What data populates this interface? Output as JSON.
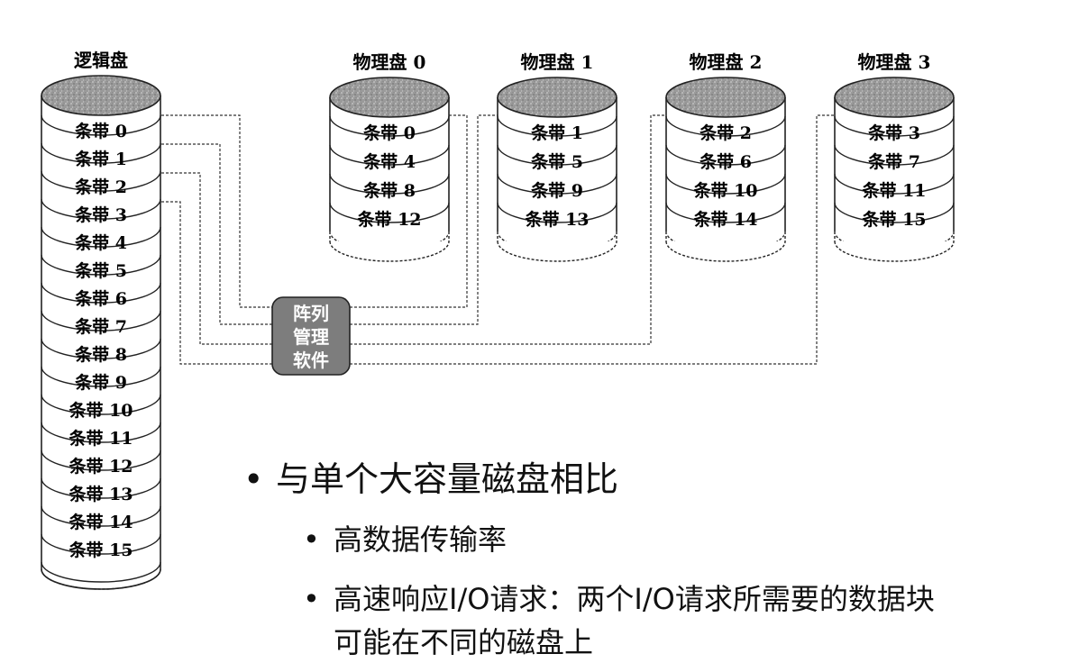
{
  "diagram": {
    "logical_disk": {
      "title": "逻辑盘",
      "stripes": [
        "条带 0",
        "条带 1",
        "条带 2",
        "条带 3",
        "条带 4",
        "条带 5",
        "条带 6",
        "条带 7",
        "条带 8",
        "条带 9",
        "条带 10",
        "条带 11",
        "条带 12",
        "条带 13",
        "条带 14",
        "条带 15"
      ]
    },
    "physical_disks": [
      {
        "title": "物理盘 0",
        "stripes": [
          "条带 0",
          "条带 4",
          "条带 8",
          "条带 12"
        ]
      },
      {
        "title": "物理盘 1",
        "stripes": [
          "条带 1",
          "条带 5",
          "条带 9",
          "条带 13"
        ]
      },
      {
        "title": "物理盘 2",
        "stripes": [
          "条带 2",
          "条带 6",
          "条带 10",
          "条带 14"
        ]
      },
      {
        "title": "物理盘 3",
        "stripes": [
          "条带 3",
          "条带 7",
          "条带 11",
          "条带 15"
        ]
      }
    ],
    "controller": {
      "lines": [
        "阵列",
        "管理",
        "软件"
      ]
    }
  },
  "bullets": {
    "main": "与单个大容量磁盘相比",
    "sub1": "高数据传输率",
    "sub2_line1": "高速响应I/O请求：两个I/O请求所需要的数据块",
    "sub2_line2": "可能在不同的磁盘上"
  }
}
